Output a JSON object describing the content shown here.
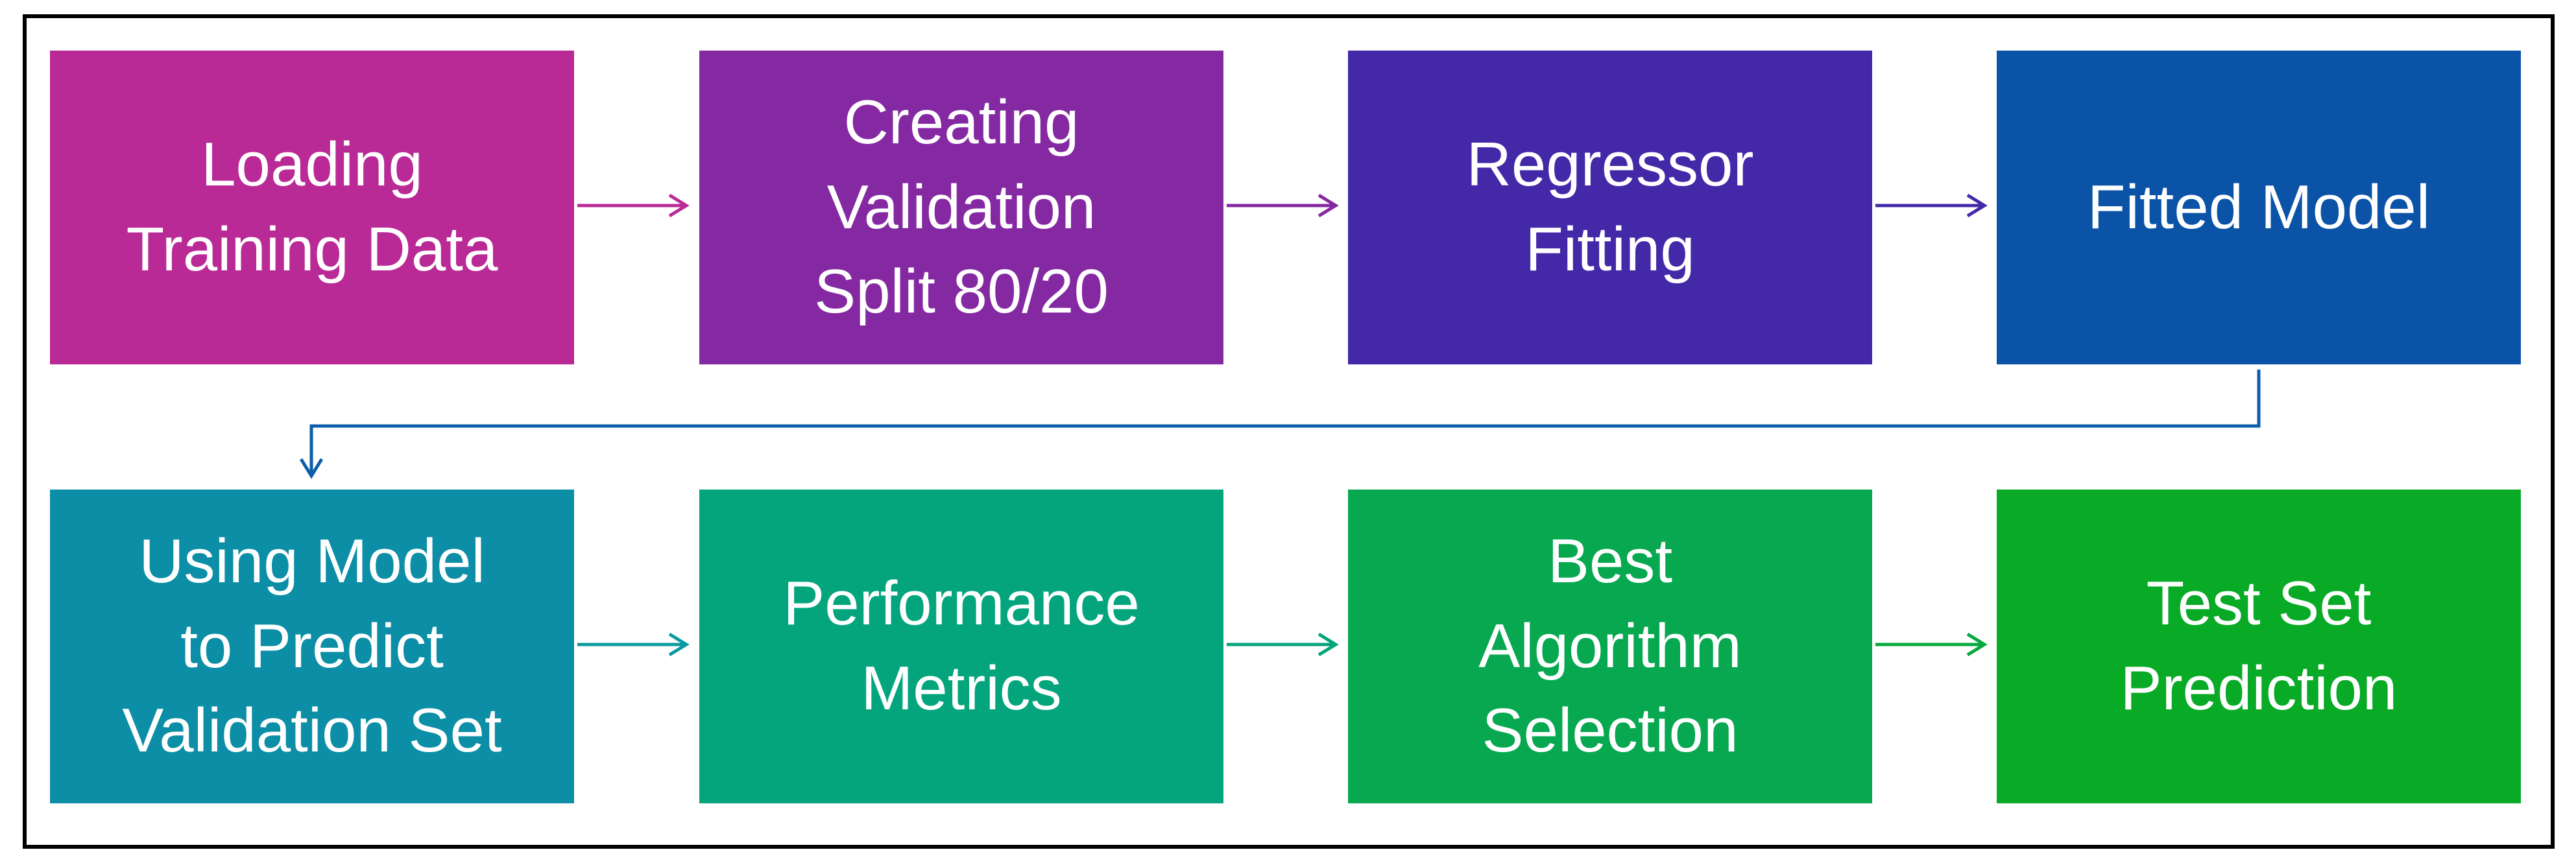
{
  "diagram": {
    "steps": [
      {
        "label": "Loading\nTraining Data",
        "color": "#b92a96"
      },
      {
        "label": "Creating\nValidation\nSplit 80/20",
        "color": "#8529a3"
      },
      {
        "label": "Regressor\nFitting",
        "color": "#4329a8"
      },
      {
        "label": "Fitted Model",
        "color": "#0b53a7"
      },
      {
        "label": "Using Model\nto Predict\nValidation Set",
        "color": "#0b8ea6"
      },
      {
        "label": "Performance\nMetrics",
        "color": "#04a57c"
      },
      {
        "label": "Best\nAlgorithm\nSelection",
        "color": "#07a850"
      },
      {
        "label": "Test Set\nPrediction",
        "color": "#08aa26"
      }
    ],
    "arrows": [
      {
        "from": 0,
        "to": 1,
        "color": "#b92a96"
      },
      {
        "from": 1,
        "to": 2,
        "color": "#8529a3"
      },
      {
        "from": 2,
        "to": 3,
        "color": "#4329a8"
      },
      {
        "from": 3,
        "to": 4,
        "color": "#0b5fa9"
      },
      {
        "from": 4,
        "to": 5,
        "color": "#0b9aa0"
      },
      {
        "from": 5,
        "to": 6,
        "color": "#04a57c"
      },
      {
        "from": 6,
        "to": 7,
        "color": "#07a840"
      }
    ]
  }
}
